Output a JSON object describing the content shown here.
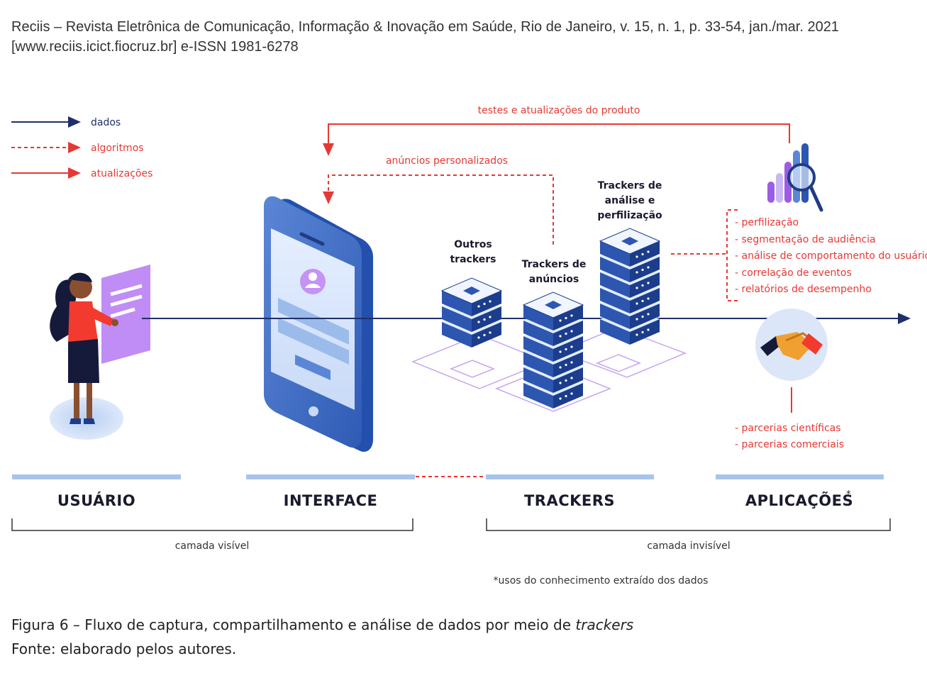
{
  "header": {
    "line1": "Reciis – Revista Eletrônica de Comunicação, Informação & Inovação em Saúde, Rio de Janeiro, v. 15, n. 1, p. 33-54, jan./mar. 2021",
    "line2": "[www.reciis.icict.fiocruz.br] e-ISSN 1981-6278"
  },
  "legend": {
    "dados": "dados",
    "algoritmos": "algoritmos",
    "atualizacoes": "atualizações"
  },
  "flows": {
    "testes": "testes e atualizações do produto",
    "anuncios": "anúncios personalizados"
  },
  "trackers": {
    "outros_l1": "Outros",
    "outros_l2": "trackers",
    "anuncios_l1": "Trackers de",
    "anuncios_l2": "anúncios",
    "analise_l1": "Trackers de",
    "analise_l2": "análise e",
    "analise_l3": "perfilização"
  },
  "applications": {
    "items": [
      "- perfilização",
      "- segmentação de audiência",
      "- análise de comportamento do usuário",
      "- correlação de eventos",
      "- relatórios de desempenho"
    ],
    "partners": [
      "- parcerias científicas",
      "- parcerias comerciais"
    ]
  },
  "categories": {
    "usuario": "USUÁRIO",
    "interface": "INTERFACE",
    "trackers": "TRACKERS",
    "aplicacoes": "APLICAÇÕES",
    "aplicacoes_mark": "*"
  },
  "layers": {
    "visivel": "camada visível",
    "invisivel": "camada invisível"
  },
  "footnote": "*usos do conhecimento extraído dos dados",
  "caption": {
    "line1_prefix": "Figura 6 – Fluxo de captura, compartilhamento e análise de dados por meio de ",
    "line1_italic": "trackers",
    "line2": "Fonte: elaborado pelos autores."
  },
  "colors": {
    "navy": "#1f2f6b",
    "red": "#e53935",
    "light_blue": "#a9c4ea",
    "purple": "#b57ef0",
    "server_dark": "#1e3f8f"
  }
}
